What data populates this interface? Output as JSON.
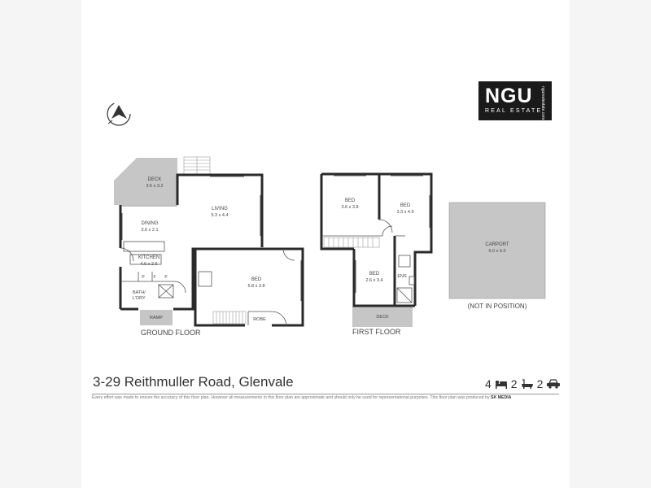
{
  "brand": {
    "logo_text": "NGU",
    "logo_sub": "REAL ESTATE",
    "logo_side": "ngurealestate.com.au"
  },
  "plan": {
    "ground_floor": {
      "label": "GROUND FLOOR",
      "rooms": {
        "deck": {
          "name": "DECK",
          "dims": "3.6 x 3.2"
        },
        "living": {
          "name": "LIVING",
          "dims": "5.3 x 4.4"
        },
        "dining": {
          "name": "DINING",
          "dims": "3.6 x 2.1"
        },
        "kitchen": {
          "name": "KITCHEN",
          "dims": "4.6 x 2.5"
        },
        "bed": {
          "name": "BED",
          "dims": "5.8 x 3.8"
        },
        "bath_line1": "BATH/",
        "bath_line2": "L'DRY",
        "ramp": "RAMP",
        "robe": "ROBE",
        "pantry_marks": [
          "P",
          "F",
          "P"
        ]
      }
    },
    "first_floor": {
      "label": "FIRST FLOOR",
      "rooms": {
        "bed1": {
          "name": "BED",
          "dims": "3.6 x 3.8"
        },
        "bed2": {
          "name": "BED",
          "dims": "3.3 x 4.9"
        },
        "bed3": {
          "name": "BED",
          "dims": "2.6 x 3.4"
        },
        "ens": "ENS",
        "deck": "DECK"
      }
    },
    "carport": {
      "name": "CARPORT",
      "dims": "6.0 x 6.0",
      "note": "(NOT IN POSITION)"
    }
  },
  "listing": {
    "address": "3-29 Reithmuller Road, Glenvale",
    "beds": "4",
    "baths": "2",
    "cars": "2"
  },
  "footer": {
    "disclaimer": "Every effort was made to ensure the accuracy of this floor plan. However all measurements in this floor plan are approximate and should only be used for representational purposes. This floor plan was produced by",
    "producer": "SK MEDIA"
  },
  "colors": {
    "wall": "#2a2a2a",
    "shade": "#c6c6c6",
    "logo_bg": "#1a1a1a"
  },
  "icons": [
    "north-arrow-icon",
    "bed-icon",
    "bath-icon",
    "car-icon"
  ]
}
